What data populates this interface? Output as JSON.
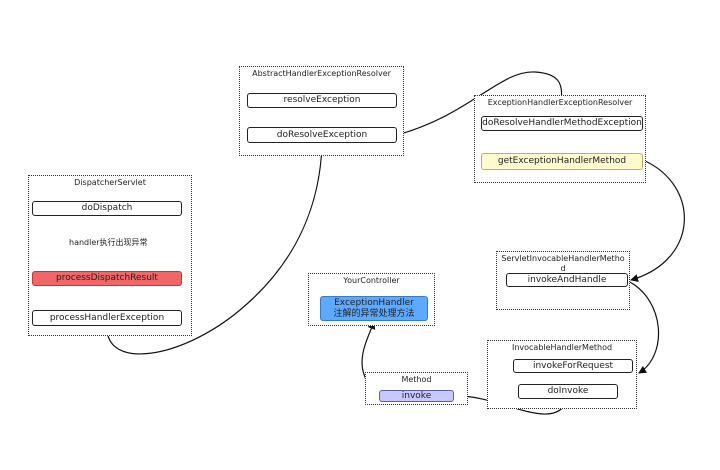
{
  "colors": {
    "process_dispatch_fill": "#f16667",
    "get_exception_method_fill": "#fffacd",
    "exception_handler_fill": "#5ca9ff",
    "invoke_fill": "#c8c8ff"
  },
  "groups": {
    "dispatcher": {
      "title": "DispatcherServlet",
      "nodes": {
        "do_dispatch": "doDispatch",
        "process_dispatch_result": "processDispatchResult",
        "process_handler_exception": "processHandlerException"
      },
      "edge_label": "handler执行出现异常"
    },
    "abstract_resolver": {
      "title": "AbstractHandlerExceptionResolver",
      "nodes": {
        "resolve_exception": "resolveException",
        "do_resolve_exception": "doResolveException"
      }
    },
    "handler_resolver": {
      "title": "ExceptionHandlerExceptionResolver",
      "nodes": {
        "do_resolve_handler_method_exception": "doResolveHandlerMethodException",
        "get_exception_handler_method": "getExceptionHandlerMethod"
      }
    },
    "servlet_invocable": {
      "title": "ServletInvocableHandlerMetho\nd",
      "nodes": {
        "invoke_and_handle": "invokeAndHandle"
      }
    },
    "invocable": {
      "title": "InvocableHandlerMethod",
      "nodes": {
        "invoke_for_request": "invokeForRequest",
        "do_invoke": "doInvoke"
      }
    },
    "your_controller": {
      "title": "YourController",
      "nodes": {
        "exception_handler": "ExceptionHandler\n注解的异常处理方法"
      }
    },
    "method": {
      "title": "Method",
      "nodes": {
        "invoke": "invoke"
      }
    }
  }
}
